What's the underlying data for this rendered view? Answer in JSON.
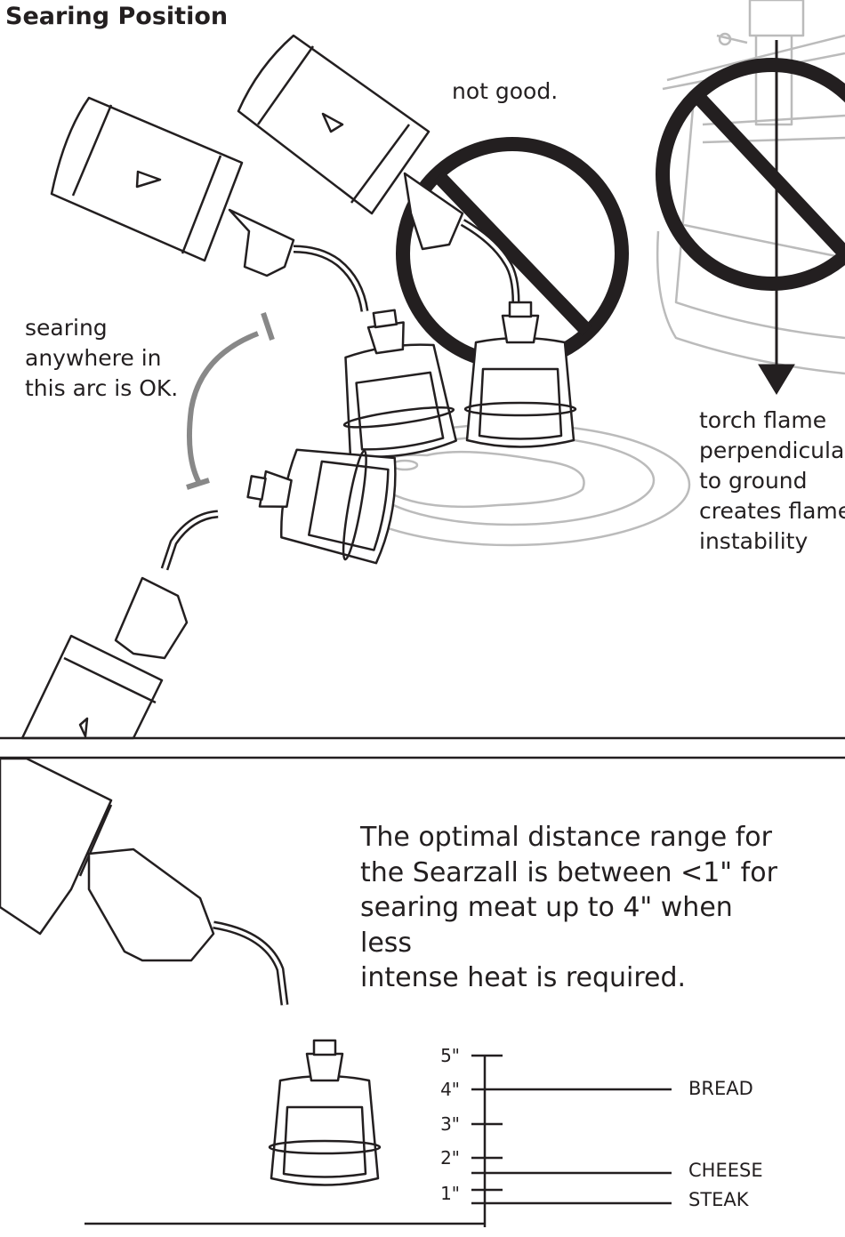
{
  "title": "Searing Position",
  "labels": {
    "not_good": "not good.",
    "arc_note": [
      "searing",
      "anywhere in",
      "this arc is OK."
    ],
    "flame_note": [
      "torch flame",
      "perpendicular",
      "to ground",
      "creates flame",
      "instability"
    ],
    "distance_note": [
      "The optimal distance range for",
      "the Searzall is between <1\" for",
      "searing meat up to 4\" when less",
      "intense heat is required."
    ]
  },
  "scale": {
    "ticks": [
      "5\"",
      "4\"",
      "3\"",
      "2\"",
      "1\""
    ],
    "foods": [
      "BREAD",
      "CHEESE",
      "STEAK"
    ]
  },
  "icons": [
    "prohibited-icon",
    "prohibited-icon"
  ],
  "colors": {
    "line": "#231f20",
    "faded": "#bbbbbb",
    "arc": "#888888"
  }
}
